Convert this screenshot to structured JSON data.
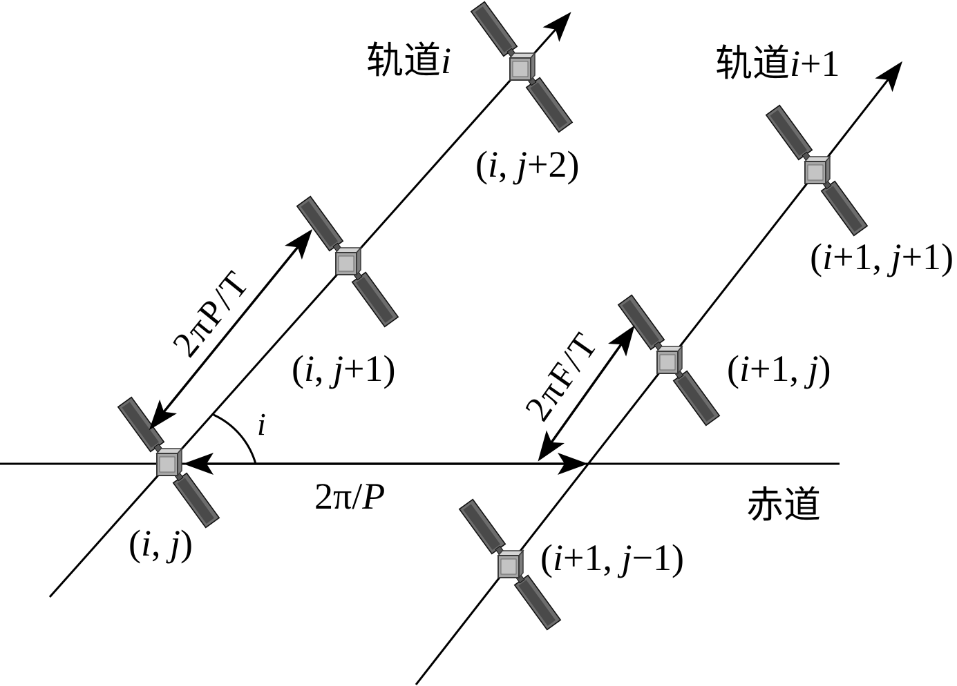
{
  "diagram": {
    "orbit_i_label": "轨道i",
    "orbit_i_plus_1_label": "轨道i+1",
    "equator_label": "赤道",
    "satellites": [
      {
        "label": "(i, j+2)",
        "icon": "satellite-icon"
      },
      {
        "label": "(i, j+1)",
        "icon": "satellite-icon"
      },
      {
        "label": "(i, j)",
        "icon": "satellite-icon"
      },
      {
        "label": "(i+1, j+1)",
        "icon": "satellite-icon"
      },
      {
        "label": "(i+1, j)",
        "icon": "satellite-icon"
      },
      {
        "label": "(i+1, j−1)",
        "icon": "satellite-icon"
      }
    ],
    "in_plane_spacing_label": "2πP/T",
    "phase_offset_label": "2πF/T",
    "plane_spacing_label": "2π/P",
    "inclination_label": "i"
  },
  "colors": {
    "line": "#000000",
    "panel": "#4a4a4a",
    "body": "#a6a6a6"
  }
}
